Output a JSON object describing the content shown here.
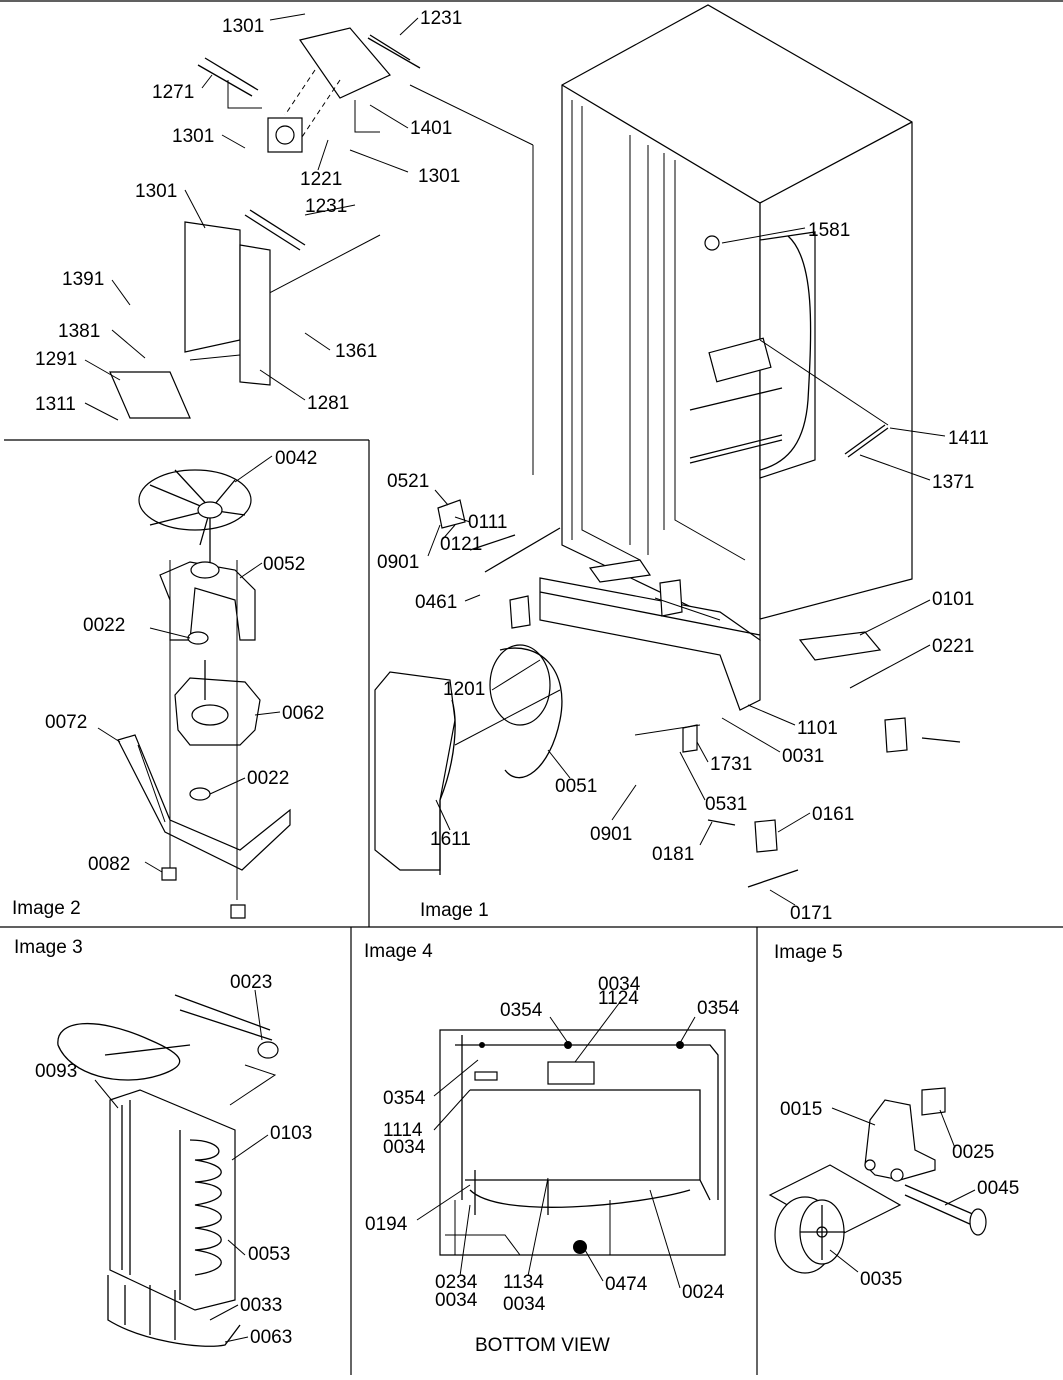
{
  "panels": [
    {
      "label": "Image 1"
    },
    {
      "label": "Image 2"
    },
    {
      "label": "Image 3"
    },
    {
      "label": "Image 4",
      "caption": "BOTTOM VIEW"
    },
    {
      "label": "Image 5"
    }
  ],
  "callouts": {
    "image1": [
      "1301",
      "1231",
      "1271",
      "1301",
      "1401",
      "1221",
      "1301",
      "1301",
      "1231",
      "1391",
      "1381",
      "1361",
      "1291",
      "1281",
      "1311",
      "1581",
      "1411",
      "1371",
      "0521",
      "0111",
      "0901",
      "0121",
      "0461",
      "0101",
      "0221",
      "1201",
      "1101",
      "0031",
      "0051",
      "1731",
      "0531",
      "0901",
      "0161",
      "0181",
      "0171",
      "1611"
    ],
    "image2": [
      "0042",
      "0052",
      "0022",
      "0062",
      "0072",
      "0022",
      "0082"
    ],
    "image3": [
      "0023",
      "0093",
      "0103",
      "0053",
      "0033",
      "0063"
    ],
    "image4": [
      "0034",
      "1124",
      "0354",
      "0354",
      "0354",
      "1114",
      "0034",
      "0194",
      "0234",
      "0034",
      "1134",
      "0034",
      "0474",
      "0024"
    ],
    "image5": [
      "0015",
      "0025",
      "0045",
      "0035"
    ]
  }
}
